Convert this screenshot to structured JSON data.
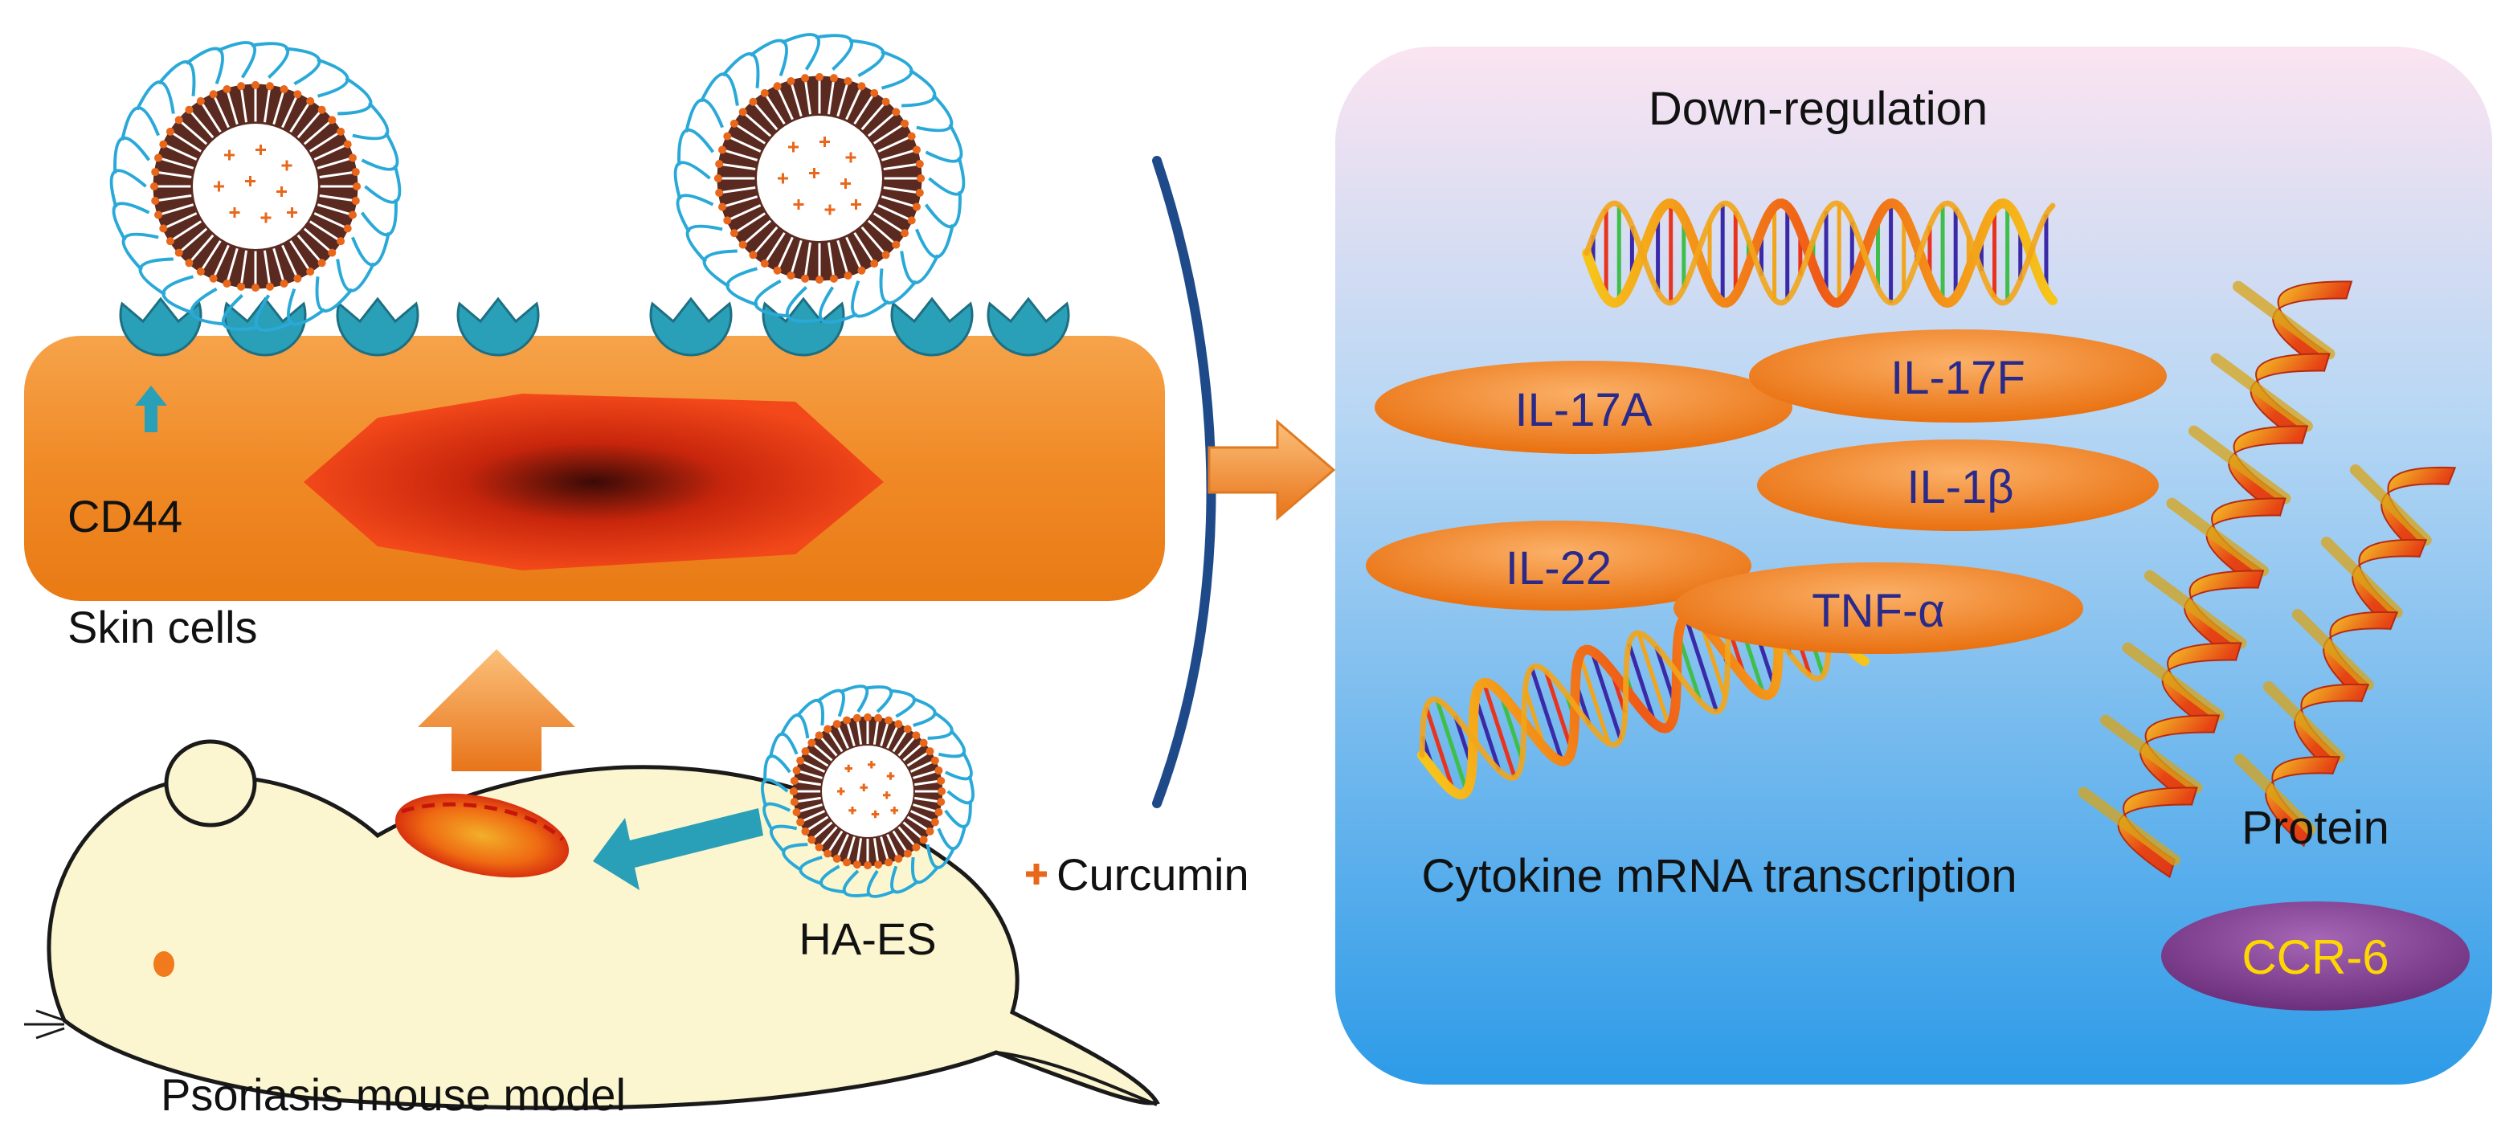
{
  "left_panel": {
    "cd44_label": "CD44",
    "skin_cells_label": "Skin cells",
    "hyaluronan_carrier_label": "HA-ES",
    "curcumin_label": "Curcumin",
    "mouse_label": "Psoriasis mouse model"
  },
  "right_panel": {
    "title": "Down-regulation",
    "cytokines": [
      "IL-17A",
      "IL-17F",
      "IL-1β",
      "IL-22",
      "TNF-α"
    ],
    "mrna_label": "Cytokine mRNA transcription",
    "protein_label": "Protein",
    "receptor_label": "CCR-6"
  },
  "colors": {
    "skin_cell": "#f08a26",
    "nucleus": "#e8340f",
    "receptor": "#2a9fb8",
    "cytokine_oval": "#f07a1c",
    "cytokine_text": "#2a2a8a",
    "ccr6_oval": "#7e3d8e",
    "ccr6_text": "#ffd700",
    "panel_top": "#fbe4f1",
    "panel_bottom": "#2d9be8",
    "arrow": "#f08a2c",
    "mouse_body": "#fbf6cf"
  },
  "icons": [
    "vesicle-icon",
    "receptor-icon",
    "dna-helix-icon",
    "protein-helix-icon",
    "mouse-icon",
    "arrow-icon"
  ]
}
